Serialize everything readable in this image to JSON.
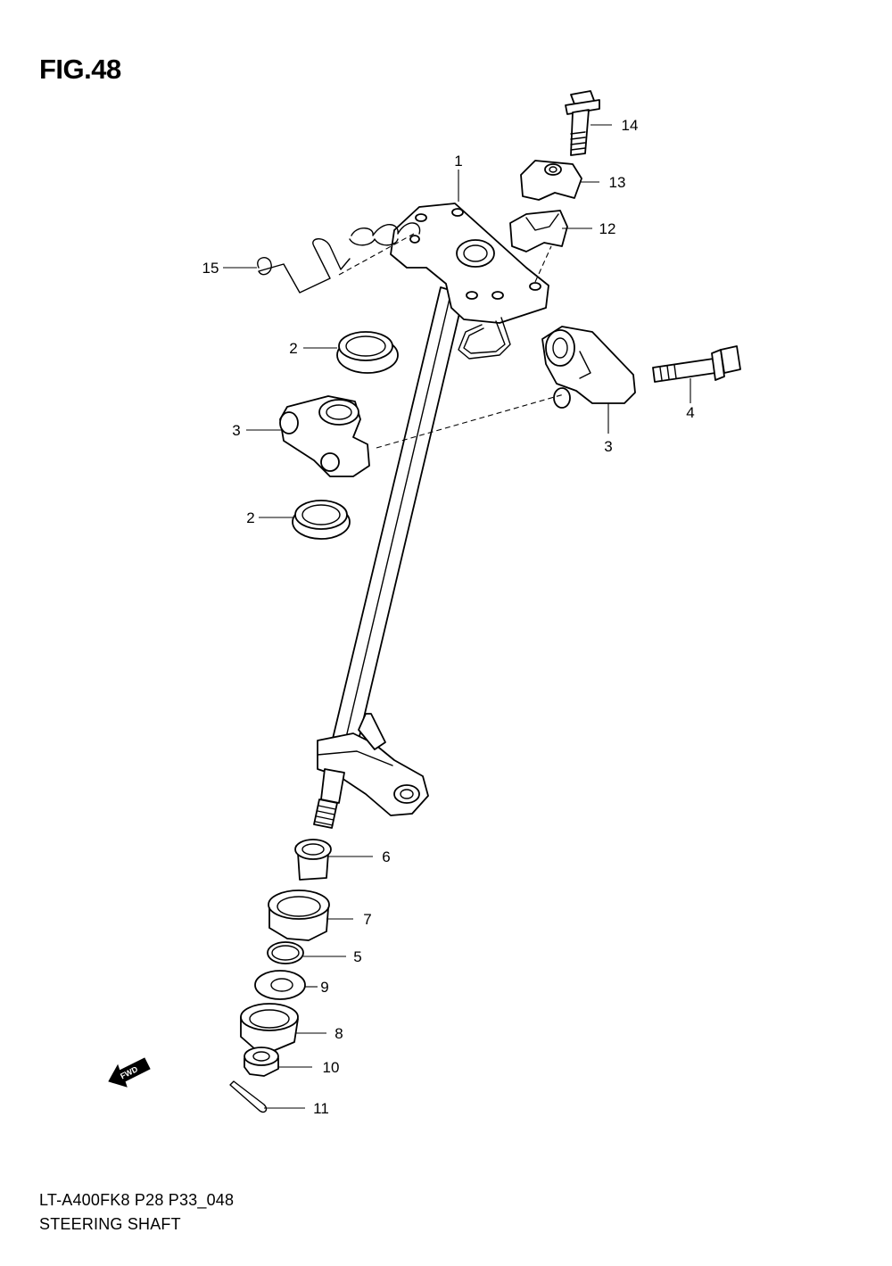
{
  "figure": {
    "title": "FIG.48",
    "model_code": "LT-A400FK8 P28 P33_048",
    "section_name": "STEERING SHAFT"
  },
  "callouts": {
    "c1": "1",
    "c2a": "2",
    "c2b": "2",
    "c3a": "3",
    "c3b": "3",
    "c4": "4",
    "c5": "5",
    "c6": "6",
    "c7": "7",
    "c8": "8",
    "c9": "9",
    "c10": "10",
    "c11": "11",
    "c12": "12",
    "c13": "13",
    "c14": "14",
    "c15": "15"
  },
  "direction_indicator": {
    "label": "FWD",
    "icon": "fwd-arrow-icon"
  }
}
